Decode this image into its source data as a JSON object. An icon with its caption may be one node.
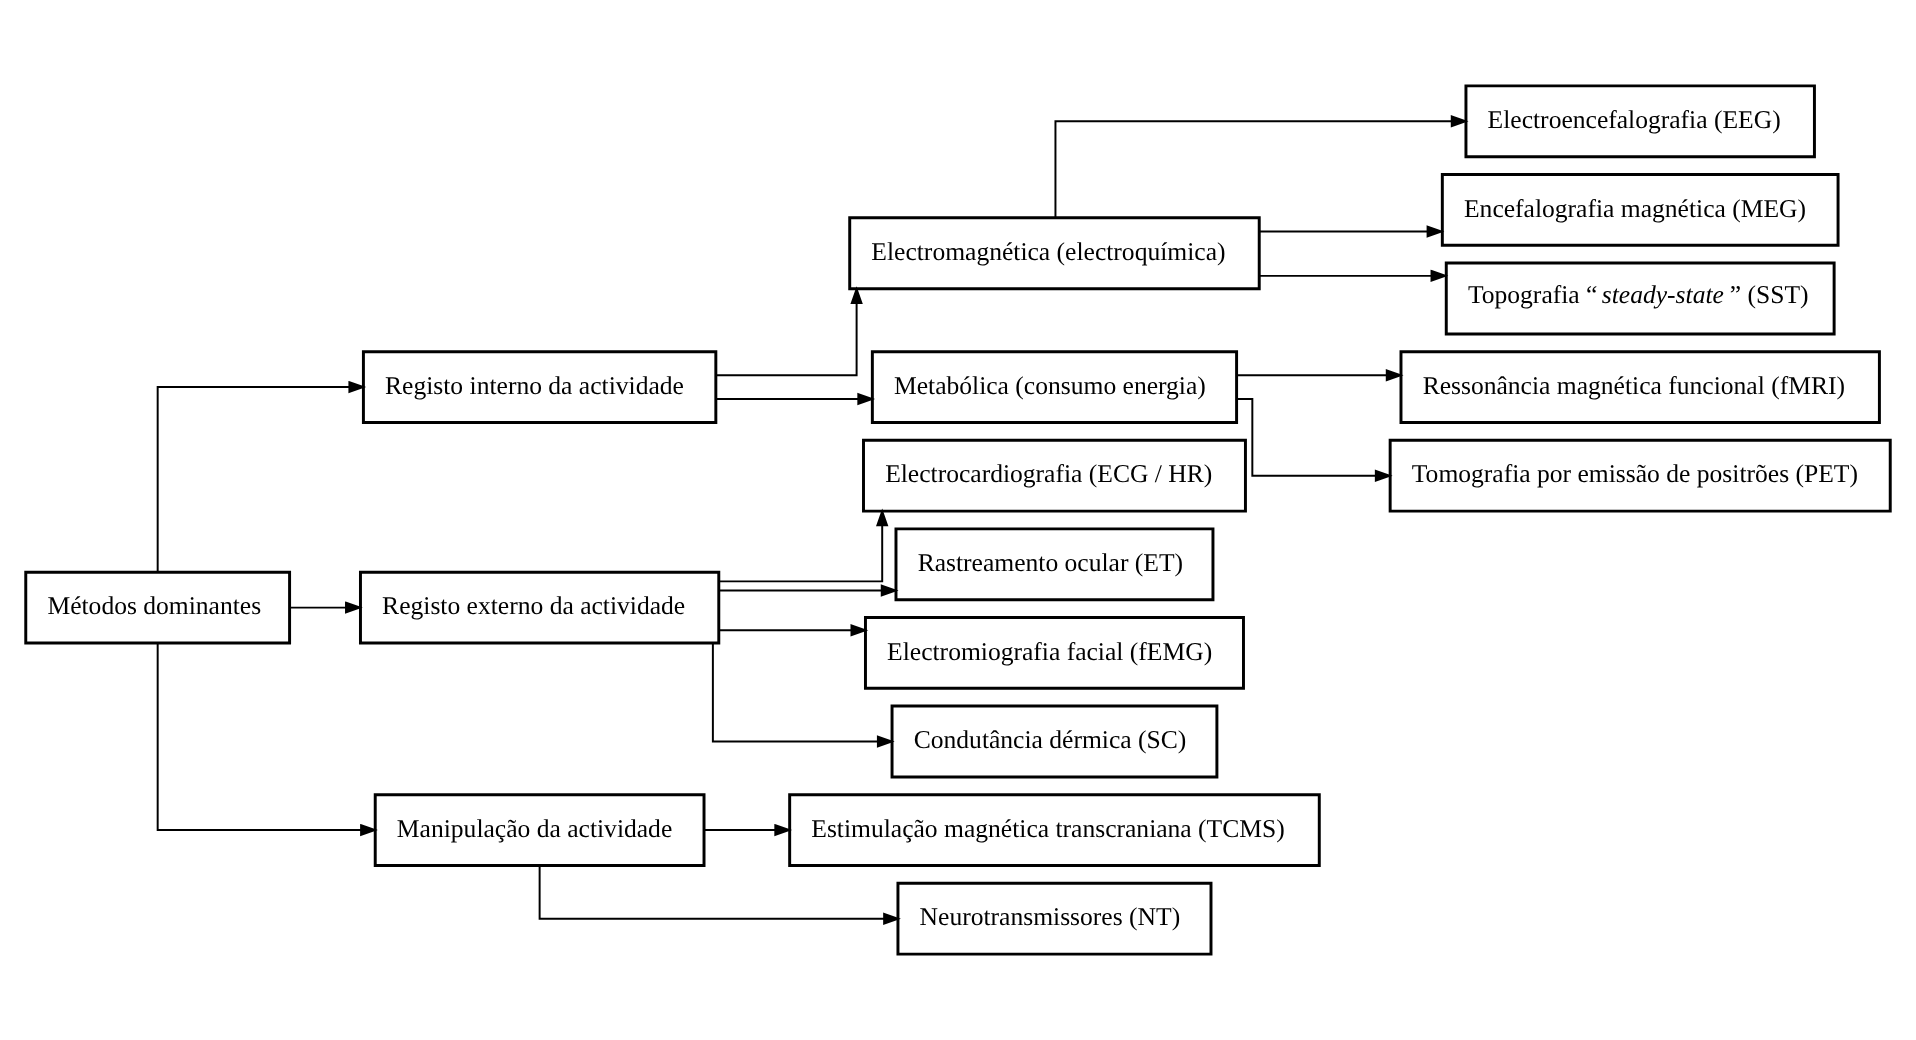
{
  "diagram": {
    "nodes": [
      {
        "text": [
          "Métodos dominantes"
        ]
      },
      {
        "text": [
          "Registo interno da actividade"
        ]
      },
      {
        "text": [
          "Electromagnética (electroquímica)"
        ]
      },
      {
        "text": [
          "Metabólica (consumo energia)"
        ]
      },
      {
        "text": [
          "Electroencefalografia (EEG)"
        ]
      },
      {
        "text": [
          "Encefalografia magnética (MEG)"
        ]
      },
      {
        "text": [
          "Topografia “*steady-state*” (SST)"
        ]
      },
      {
        "text": [
          "Ressonância magnética funcional (fMRI)"
        ]
      },
      {
        "text": [
          "Tomografia por emissão de positrões (PET)"
        ]
      },
      {
        "text": [
          "Registo externo da actividade"
        ]
      },
      {
        "text": [
          "Electrocardiografia (ECG / HR)"
        ]
      },
      {
        "text": [
          "Rastreamento ocular (ET)"
        ]
      },
      {
        "text": [
          "Electromiografia facial (fEMG)"
        ]
      },
      {
        "text": [
          "Condutância dérmica (SC)"
        ]
      },
      {
        "text": [
          "Manipulação da actividade"
        ]
      },
      {
        "text": [
          "Estimulação magnética transcraniana (TCMS)"
        ]
      },
      {
        "text": [
          "Neurotransmissores (NT)"
        ]
      }
    ],
    "edges": [
      {
        "from": 0,
        "to": 1,
        "arrow": "to"
      },
      {
        "from": 1,
        "to": 2,
        "arrow": "to"
      },
      {
        "from": 1,
        "to": 3,
        "arrow": "to"
      },
      {
        "from": 2,
        "to": 4,
        "arrow": "to"
      },
      {
        "from": 2,
        "to": 5,
        "arrow": "to"
      },
      {
        "from": 2,
        "to": 6,
        "arrow": "to"
      },
      {
        "from": 3,
        "to": 7,
        "arrow": "to"
      },
      {
        "from": 3,
        "to": 8,
        "arrow": "to"
      },
      {
        "from": 0,
        "to": 9,
        "arrow": "to"
      },
      {
        "from": 9,
        "to": 10,
        "arrow": "to"
      },
      {
        "from": 9,
        "to": 11,
        "arrow": "to"
      },
      {
        "from": 9,
        "to": 12,
        "arrow": "to"
      },
      {
        "from": 9,
        "to": 13,
        "arrow": "to"
      },
      {
        "from": 0,
        "to": 14,
        "arrow": "to"
      },
      {
        "from": 14,
        "to": 15,
        "arrow": "to"
      },
      {
        "from": 14,
        "to": 16,
        "arrow": "to"
      }
    ]
  }
}
